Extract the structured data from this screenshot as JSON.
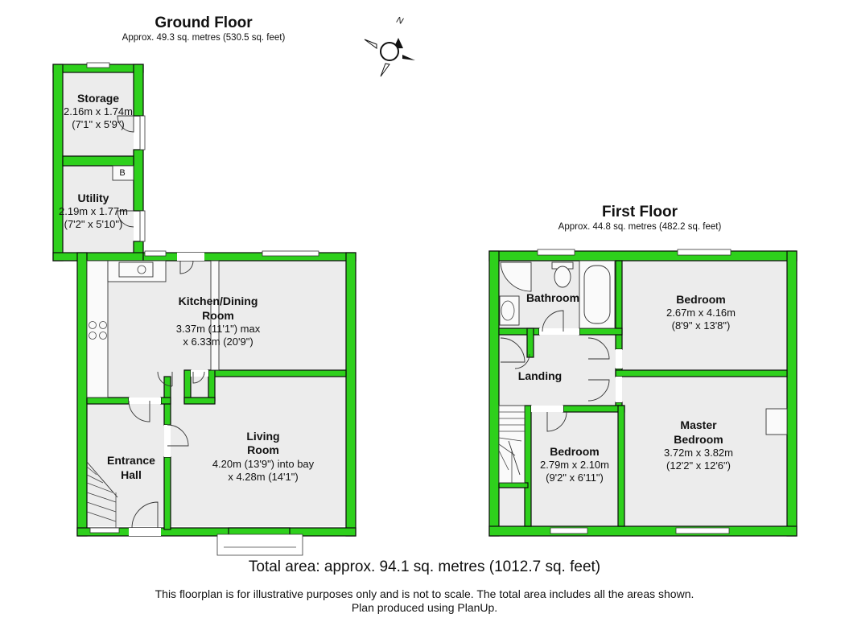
{
  "ground_floor": {
    "title": "Ground Floor",
    "area": "Approx.  49.3 sq. metres (530.5 sq. feet)",
    "rooms": {
      "storage": {
        "name": "Storage",
        "metric": "2.16m x 1.74m",
        "imperial": "(7'1\" x 5'9\")"
      },
      "utility": {
        "name": "Utility",
        "metric": "2.19m x 1.77m",
        "imperial": "(7'2\" x 5'10\")",
        "boiler": "B"
      },
      "kitchen": {
        "name_1": "Kitchen/Dining",
        "name_2": "Room",
        "dim_1": "3.37m (11'1\") max",
        "dim_2": "x 6.33m (20'9\")"
      },
      "living": {
        "name_1": "Living",
        "name_2": "Room",
        "dim_1": "4.20m (13'9\") into bay",
        "dim_2": "x 4.28m (14'1\")"
      },
      "hall": {
        "name_1": "Entrance",
        "name_2": "Hall"
      }
    }
  },
  "first_floor": {
    "title": "First Floor",
    "area": "Approx.  44.8 sq. metres (482.2 sq. feet)",
    "rooms": {
      "bathroom": {
        "name": "Bathroom"
      },
      "bedroom_1": {
        "name": "Bedroom",
        "metric": "2.67m x 4.16m",
        "imperial": "(8'9\" x 13'8\")"
      },
      "landing": {
        "name": "Landing"
      },
      "bedroom_2": {
        "name": "Bedroom",
        "metric": "2.79m x 2.10m",
        "imperial": "(9'2\" x 6'11\")"
      },
      "master": {
        "name_1": "Master",
        "name_2": "Bedroom",
        "metric": "3.72m x 3.82m",
        "imperial": "(12'2\" x 12'6\")"
      }
    }
  },
  "compass": {
    "label": "N"
  },
  "total_area": "Total area: approx.  94.1 sq. metres (1012.7 sq. feet)",
  "disclaimer_1": "This floorplan is for illustrative purposes only and is not to scale. The total area includes all the areas shown.",
  "disclaimer_2": "Plan produced using PlanUp.",
  "colors": {
    "wall": "#2ed01c",
    "wall_edge": "#0a0a0a",
    "floor": "#ececec",
    "window": "#ffffff"
  }
}
